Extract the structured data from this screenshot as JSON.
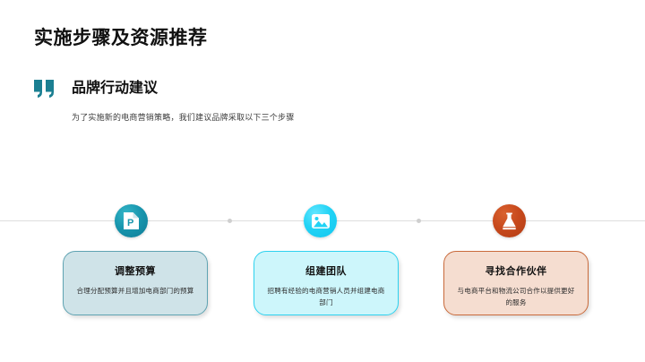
{
  "slide": {
    "title": "实施步骤及资源推荐"
  },
  "quote": {
    "icon": "quote-mark-icon",
    "heading": "品牌行动建议",
    "subtitle": "为了实施新的电商营销策略，我们建议品牌采取以下三个步骤",
    "accent_color": "#1b7f92"
  },
  "timeline": {
    "line_color": "#dedede",
    "dot_color": "#cfcfcf",
    "dots": 2
  },
  "steps": [
    {
      "icon": "document-p-icon",
      "icon_color": "#1896ae",
      "title": "调整预算",
      "desc": "合理分配预算并且增加电商部门的预算",
      "card_bg": "#cfe3e8",
      "card_border": "#5fa3b2"
    },
    {
      "icon": "image-picture-icon",
      "icon_color": "#22d3f5",
      "title": "组建团队",
      "desc": "招聘有经验的电商营销人员并组建电商部门",
      "card_bg": "#cdf6fb",
      "card_border": "#2ed2ef"
    },
    {
      "icon": "flask-beaker-icon",
      "icon_color": "#c8491c",
      "title": "寻找合作伙伴",
      "desc": "与电商平台和物流公司合作以提供更好的服务",
      "card_bg": "#f5ddd0",
      "card_border": "#c96b3c"
    }
  ]
}
